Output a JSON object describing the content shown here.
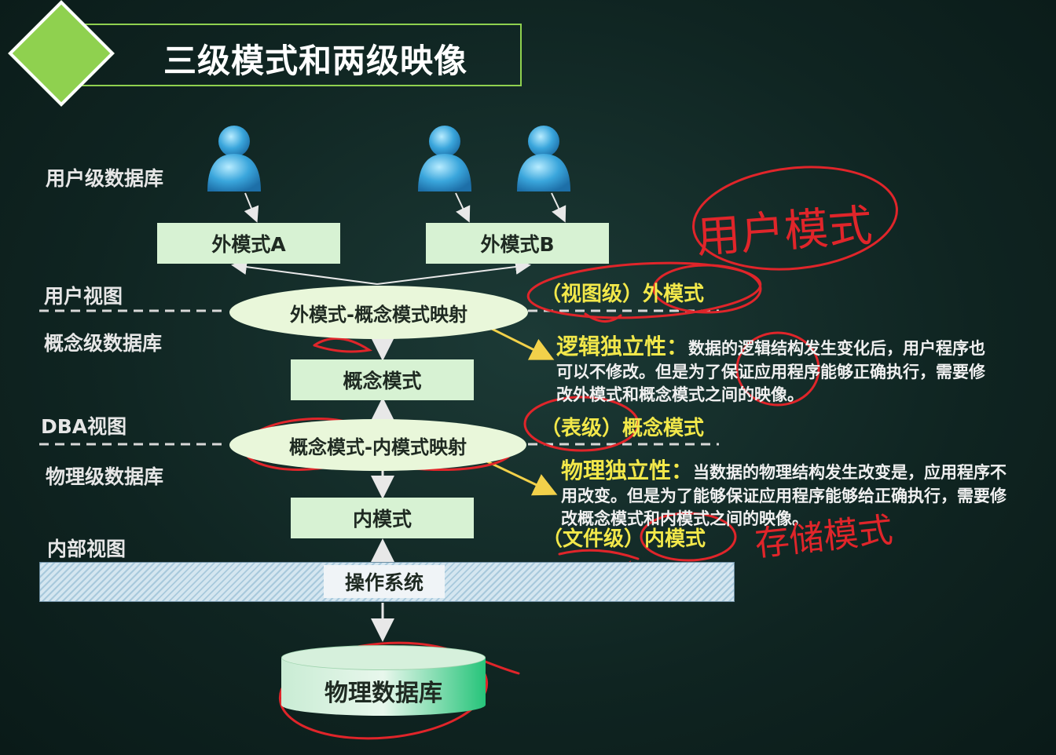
{
  "title": "三级模式和两级映像",
  "levels": {
    "user_db": "用户级数据库",
    "user_view": "用户视图",
    "concept_db": "概念级数据库",
    "dba_view": "DBA视图",
    "physical_db": "物理级数据库",
    "internal_view": "内部视图"
  },
  "boxes": {
    "external_a": "外模式A",
    "external_b": "外模式B",
    "conceptual": "概念模式",
    "internal": "内模式"
  },
  "mappings": {
    "ext_concept": "外模式-概念模式映射",
    "concept_internal": "概念模式-内模式映射"
  },
  "os_label": "操作系统",
  "physical_database": "物理数据库",
  "notes": {
    "view_level": "（视图级）外模式",
    "logical_title": "逻辑独立性：",
    "logical_text": "数据的逻辑结构发生变化后，用户程序也可以不修改。但是为了保证应用程序能够正确执行，需要修改外模式和概念模式之间的映像。",
    "table_level": "（表级）概念模式",
    "physical_title": "物理独立性：",
    "physical_text": "当数据的物理结构发生改变是，应用程序不用改变。但是为了能够保证应用程序能够给正确执行，需要修改概念模式和内模式之间的映像。",
    "file_level": "（文件级）内模式"
  },
  "handwriting": {
    "user_mode": "用户模式",
    "storage_mode": "存储模式"
  },
  "colors": {
    "background": "#0f2421",
    "accent_green": "#8fd14f",
    "box_fill": "#d7f2d3",
    "note_yellow": "#f2e84a",
    "annotation_red": "#e0252a",
    "user_icon": "#3aa6dc"
  }
}
